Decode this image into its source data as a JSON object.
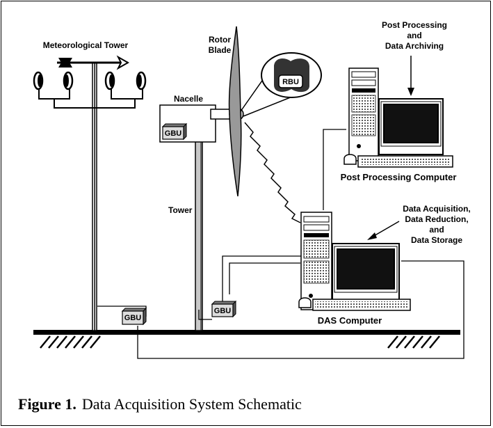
{
  "labels": {
    "met_tower": "Meteorological Tower",
    "rotor_blade_line1": "Rotor",
    "rotor_blade_line2": "Blade",
    "nacelle": "Nacelle",
    "tower": "Tower",
    "rbu": "RBU",
    "gbu": "GBU",
    "post_proc_line1": "Post Processing",
    "post_proc_line2": "and",
    "post_proc_line3": "Data Archiving",
    "post_proc_computer": "Post Processing Computer",
    "das_line1": "Data Acquisition,",
    "das_line2": "Data Reduction,",
    "das_line3": "and",
    "das_line4": "Data Storage",
    "das_computer": "DAS Computer"
  },
  "caption": {
    "figure_number": "Figure 1.",
    "title": "Data Acquisition System Schematic"
  }
}
